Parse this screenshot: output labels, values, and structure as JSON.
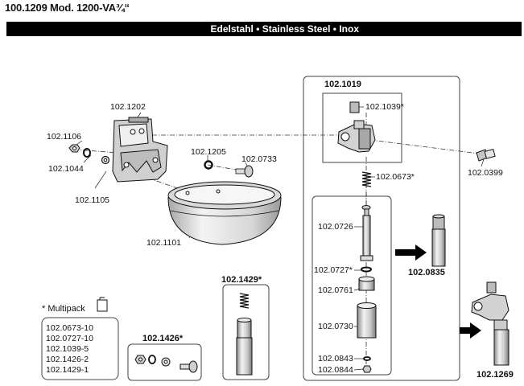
{
  "title": "100.1209 Mod. 1200-VA¾“",
  "banner": "Edelstahl • Stainless Steel • Inox",
  "labels": {
    "p1202": "102.1202",
    "p1106": "102.1106",
    "p1044": "102.1044",
    "p1105": "102.1105",
    "p1205": "102.1205",
    "p0733": "102.0733",
    "p1101": "102.1101",
    "p1019": "102.1019",
    "p1039": "102.1039*",
    "p0673": "102.0673*",
    "p0399": "102.0399",
    "p0726": "102.0726",
    "p0727": "102.0727*",
    "p0761": "102.0761",
    "p0730": "102.0730",
    "p0843": "102.0843",
    "p0844": "102.0844",
    "p0835": "102.0835",
    "p1269": "102.1269",
    "p1429": "102.1429*",
    "p1426": "102.1426*"
  },
  "multipack": {
    "heading": "* Multipack",
    "items": [
      "102.0673-10",
      "102.0727-10",
      "102.1039-5",
      "102.1426-2",
      "102.1429-1"
    ]
  }
}
